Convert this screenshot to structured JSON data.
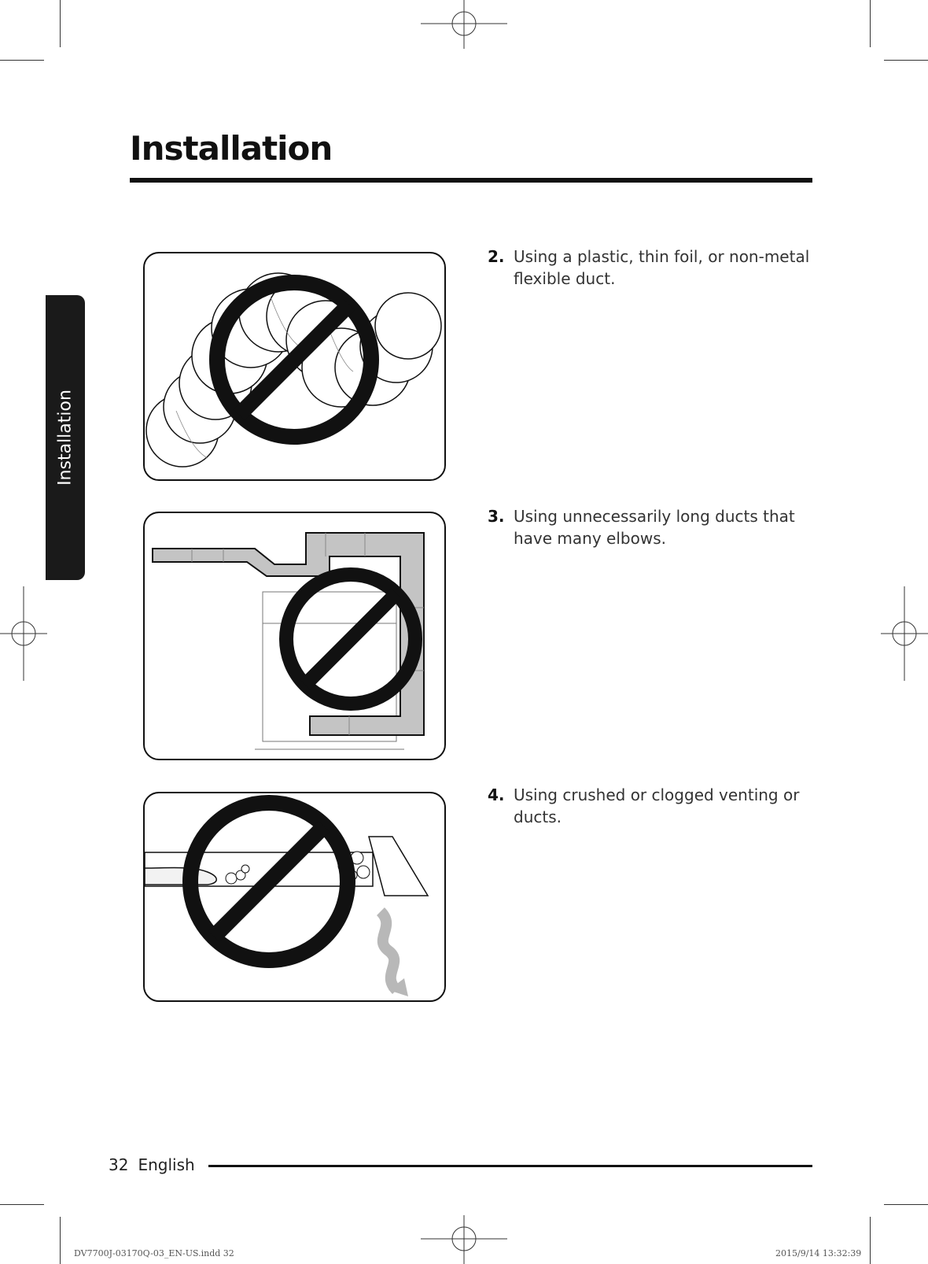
{
  "page_title": "Installation",
  "side_tab_label": "Installation",
  "steps": [
    {
      "number": "2.",
      "text": "Using a plastic, thin foil, or non-metal flexible duct."
    },
    {
      "number": "3.",
      "text": "Using unnecessarily long ducts that have many elbows."
    },
    {
      "number": "4.",
      "text": "Using crushed or clogged venting or ducts."
    }
  ],
  "footer": {
    "page_number": "32",
    "language": "English"
  },
  "slug": {
    "file": "DV7700J-03170Q-03_EN-US.indd 32",
    "timestamp": "2015/9/14 13:32:39"
  },
  "colors": {
    "ink": "#111111",
    "prohibition": "#111111",
    "duct_gray": "#b8b8b8"
  },
  "icons": [
    "prohibition-icon",
    "flexible-duct-icon",
    "elbow-duct-icon",
    "clogged-duct-icon",
    "registration-mark-icon"
  ]
}
